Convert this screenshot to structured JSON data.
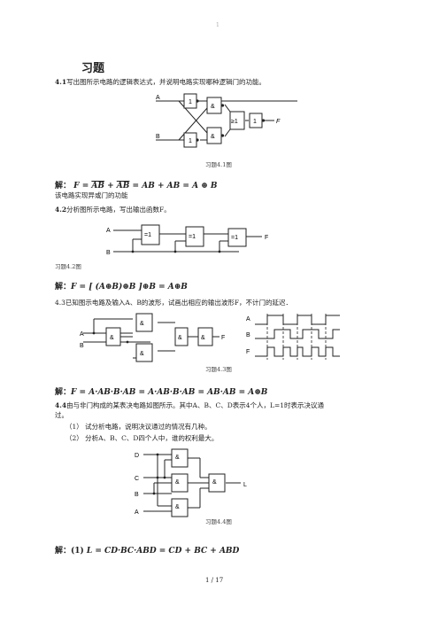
{
  "page": {
    "top_mark": "1",
    "footer": "1 / 17"
  },
  "title": "习题",
  "p41": {
    "num": "4.1",
    "text": "写出图所示电路的逻辑表达式，并说明电路实现哪种逻辑门的功能。",
    "caption": "习题4.1图",
    "sol_label": "解：",
    "sol_f": "F",
    "sol_eq": "=",
    "sol_t1": "AB",
    "sol_plus": "+",
    "sol_t2": "AB",
    "sol_t3": "AB",
    "sol_t4": "AB",
    "sol_res": "A ⊕ B",
    "conclusion": "该电路实现异或门的功能",
    "labels": {
      "a": "A",
      "b": "B",
      "f": "F",
      "not": "1",
      "and": "&",
      "or": "≥1"
    }
  },
  "p42": {
    "num": "4.2",
    "text": "分析图所示电路，写出输出函数F。",
    "caption": "习题4.2图",
    "sol_label": "解：",
    "sol_expr": "F = [ (A⊕B)⊕B ]⊕B = A⊕B",
    "labels": {
      "a": "A",
      "b": "B",
      "f": "F",
      "xor": "=1"
    }
  },
  "p43": {
    "text": "4.3已知图示电路及输入A、B的波形，试画出相应的输出波形F，不计门的延迟．",
    "caption": "习题4.3图",
    "sol_label": "解：",
    "sol_expr": "F = A·AB·B·AB = A·AB·B·AB = AB·AB = A⊕B",
    "labels": {
      "a": "A",
      "b": "B",
      "f": "F",
      "and": "&"
    }
  },
  "p44": {
    "num": "4.4",
    "text1": "由与非门构成的某表决电路如图所示。其中A、B、C、D表示4个人，L=1时表示决议通",
    "text2": "过。",
    "item1": "（1）  试分析电路，说明决议通过的情况有几种。",
    "item2": "（2）  分析A、B、C、D四个人中，谁的权利最大。",
    "caption": "习题4.4图",
    "sol_label": "解：(1)",
    "sol_expr": "L = CD·BC·ABD = CD + BC + ABD",
    "labels": {
      "a": "A",
      "b": "B",
      "c": "C",
      "d": "D",
      "l": "L",
      "and": "&"
    }
  }
}
